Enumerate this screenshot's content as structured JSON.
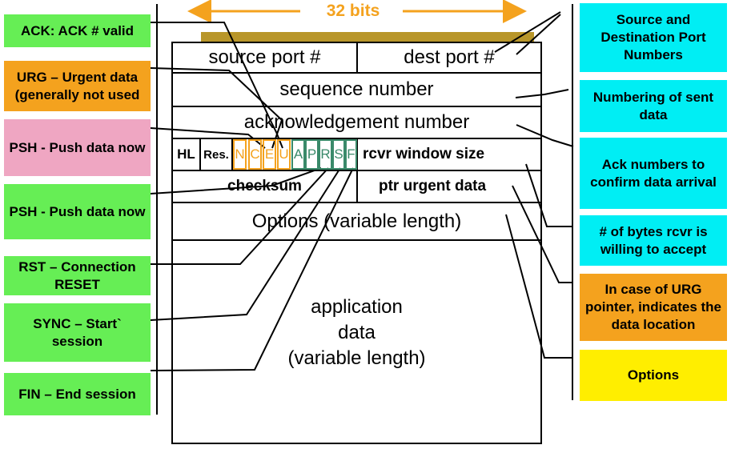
{
  "width_label": "32 bits",
  "header": {
    "source_port": "source port #",
    "dest_port": "dest port #",
    "sequence": "sequence number",
    "ack": "acknowledgement number",
    "hl": "HL",
    "res": "Res.",
    "flags": [
      "N",
      "C",
      "E",
      "U",
      "A",
      "P",
      "R",
      "S",
      "F"
    ],
    "window": "rcvr  window size",
    "checksum": "checksum",
    "urg_ptr": "ptr urgent data",
    "options": "Options (variable length)",
    "app_line1": "application",
    "app_line2": "data",
    "app_line3": "(variable length)"
  },
  "left_labels": [
    "ACK:  ACK # valid",
    "URG – Urgent data (generally not used",
    "PSH - Push data now",
    "PSH - Push data now",
    "RST – Connection RESET",
    "SYNC – Start` session",
    "FIN – End session"
  ],
  "right_labels": [
    "Source and Destination Port Numbers",
    "Numbering of sent data",
    "Ack numbers to confirm data arrival",
    "# of bytes rcvr is willing to accept",
    "In case of URG pointer, indicates the data location",
    "Options"
  ],
  "colors": {
    "green": "#66ee55",
    "orange": "#f4a21e",
    "pink": "#efa6c2",
    "cyan": "#00eef4",
    "yellow": "#ffee00",
    "arrow": "#f4a21e",
    "ecn_flag": "#f4a21e",
    "tcp_flag": "#3a8a6a"
  }
}
